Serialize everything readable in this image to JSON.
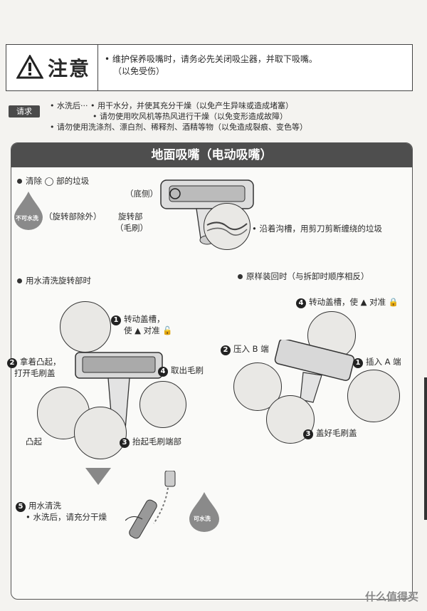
{
  "caution": {
    "title": "注意",
    "line1": "• 维护保养吸嘴时，请务必先关闭吸尘器，并取下吸嘴。",
    "line2": "（以免受伤）"
  },
  "request": {
    "badge": "请求",
    "line1": "• 水洗后···  • 用干水分，并使其充分干燥（以免产生异味或造成堵塞）",
    "line2": "• 请勿使用吹风机等热风进行干燥（以免变形造成故障）",
    "line3": "• 请勿使用洗涤剂、漂白剂、稀释剂、酒精等物（以免造成裂痕、变色等）"
  },
  "section": {
    "title": "地面吸嘴（电动吸嘴）",
    "clean_label": "清除 ◯ 部的垃圾",
    "no_wash_drop": "不可水洗",
    "no_wash_note": "（旋转部除外）",
    "bottom_label": "（底侧）",
    "rotor_label1": "旋转部",
    "rotor_label2": "（毛刷）",
    "cut_note": "• 沿着沟槽，用剪刀剪断缠绕的垃圾",
    "wash_heading": "用水清洗旋转部时",
    "reassemble_heading": "原样装回时（与拆卸时顺序相反）",
    "step1_num": "1",
    "step1_line1": "转动盖槽，",
    "step1_line2": "使 ▲ 对准 🔓",
    "step2_num": "2",
    "step2_line1": "拿着凸起，",
    "step2_line2": "打开毛刷盖",
    "step3_num": "3",
    "step3_text": "抬起毛刷端部",
    "step4_num": "4",
    "step4_text": "取出毛刷",
    "bump_label": "凸起",
    "step5_num": "5",
    "step5_line1": "用水清洗",
    "step5_line2": "• 水洗后，请充分干燥",
    "wash_drop": "可水洗",
    "r1_num": "1",
    "r1_text": "插入 A 端",
    "r2_num": "2",
    "r2_text": "压入 B 端",
    "r3_num": "3",
    "r3_text": "盖好毛刷盖",
    "r4_num": "4",
    "r4_text": "转动盖槽，使 ▲ 对准 🔒"
  },
  "watermark": "什么值得买",
  "colors": {
    "header": "#4e4e4e",
    "drop": "#8a8a8a",
    "text": "#2a2a2a"
  }
}
